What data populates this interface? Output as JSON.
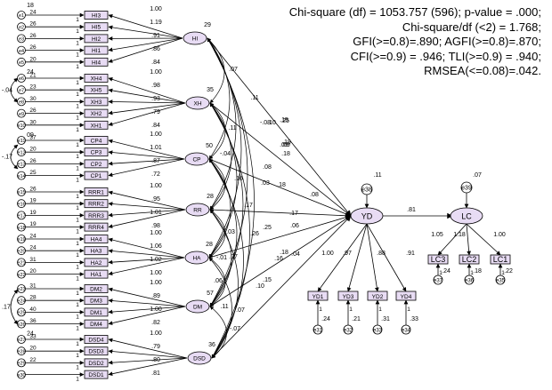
{
  "fit_indices": [
    "Chi-square (df) = 1053.757 (596); p-value = .000;",
    "Chi-square/df (<2) = 1.768;",
    "GFI(>=0.8)=.890; AGFI(>=0.8)=.870;",
    "CFI(>=0.9) = .946; TLI(>=0.9) = .940;",
    "RMSEA(<=0.08)=.042."
  ],
  "latents": [
    {
      "id": "HI",
      "label": "HI",
      "variance": "29"
    },
    {
      "id": "XH",
      "label": "XH",
      "variance": "35"
    },
    {
      "id": "CP",
      "label": "CP",
      "variance": "50"
    },
    {
      "id": "RR",
      "label": "RR",
      "variance": "28"
    },
    {
      "id": "HA",
      "label": "HA",
      "variance": "28"
    },
    {
      "id": "DM",
      "label": "DM",
      "variance": "57"
    },
    {
      "id": "DSD",
      "label": "DSD",
      "variance": "36"
    },
    {
      "id": "YD",
      "label": "YD",
      "variance": ".11"
    },
    {
      "id": "LC",
      "label": "LC",
      "variance": ".07"
    }
  ],
  "indicator_groups": [
    {
      "latent": "HI",
      "top_value": "18",
      "bottom_value": "24",
      "items": [
        {
          "label": "HI3",
          "error": "e1",
          "ev": "24",
          "loading": "1.00"
        },
        {
          "label": "HI5",
          "error": "e2",
          "ev": "26",
          "loading": "1.19"
        },
        {
          "label": "HI2",
          "error": "e3",
          "ev": "26",
          "loading": ".91"
        },
        {
          "label": "HI1",
          "error": "e4",
          "ev": "26",
          "loading": ".86"
        },
        {
          "label": "HI4",
          "error": "e5",
          "ev": "20",
          "loading": ".84"
        }
      ]
    },
    {
      "latent": "XH",
      "top_value": "",
      "bottom_value": "09",
      "items": [
        {
          "label": "XH4",
          "error": "e6",
          "ev": "21",
          "loading": "1.00"
        },
        {
          "label": "XH5",
          "error": "e7",
          "ev": "23",
          "loading": ".98"
        },
        {
          "label": "XH3",
          "error": "e8",
          "ev": "30",
          "loading": ".93"
        },
        {
          "label": "XH2",
          "error": "e9",
          "ev": "26",
          "loading": ".79"
        },
        {
          "label": "XH1",
          "error": "e10",
          "ev": "30",
          "loading": ".84"
        }
      ]
    },
    {
      "latent": "CP",
      "top_value": "",
      "bottom_value": "",
      "items": [
        {
          "label": "CP4",
          "error": "e11",
          "ev": "37",
          "loading": "1.00"
        },
        {
          "label": "CP3",
          "error": "e12",
          "ev": "20",
          "loading": "1.01"
        },
        {
          "label": "CP2",
          "error": "e13",
          "ev": "26",
          "loading": ".87"
        },
        {
          "label": "CP1",
          "error": "e14",
          "ev": "25",
          "loading": ".72"
        }
      ]
    },
    {
      "latent": "RR",
      "top_value": "",
      "bottom_value": "",
      "items": [
        {
          "label": "RRR1",
          "error": "e15",
          "ev": "26",
          "loading": "1.00"
        },
        {
          "label": "RRR2",
          "error": "e16",
          "ev": "19",
          "loading": ".95"
        },
        {
          "label": "RRR3",
          "error": "e17",
          "ev": "19",
          "loading": "1.01"
        },
        {
          "label": "RRR4",
          "error": "e18",
          "ev": "19",
          "loading": ".98"
        }
      ]
    },
    {
      "latent": "HA",
      "top_value": "",
      "bottom_value": "",
      "items": [
        {
          "label": "HA4",
          "error": "e19",
          "ev": "24",
          "loading": "1.00"
        },
        {
          "label": "HA3",
          "error": "e20",
          "ev": "24",
          "loading": "1.06"
        },
        {
          "label": "HA2",
          "error": "e21",
          "ev": "31",
          "loading": "1.02"
        },
        {
          "label": "HA1",
          "error": "e22",
          "ev": "20",
          "loading": "1.00"
        }
      ]
    },
    {
      "latent": "DM",
      "top_value": "",
      "bottom_value": "24",
      "items": [
        {
          "label": "DM2",
          "error": "e23",
          "ev": "31",
          "loading": "1.00"
        },
        {
          "label": "DM3",
          "error": "e24",
          "ev": "28",
          "loading": ".89"
        },
        {
          "label": "DM1",
          "error": "e25",
          "ev": "40",
          "loading": "1.00"
        },
        {
          "label": "DM4",
          "error": "e26",
          "ev": "36",
          "loading": ".82"
        }
      ]
    },
    {
      "latent": "DSD",
      "top_value": "",
      "bottom_value": "",
      "items": [
        {
          "label": "DSD4",
          "error": "e27",
          "ev": "33",
          "loading": "1.00"
        },
        {
          "label": "DSD3",
          "error": "e28",
          "ev": "20",
          "loading": ".79"
        },
        {
          "label": "DSD2",
          "error": "e29",
          "ev": "22",
          "loading": ".80"
        },
        {
          "label": "DSD1",
          "error": "e30",
          "ev": "",
          "loading": ".81"
        }
      ]
    }
  ],
  "side_covariances": [
    {
      "value": "-.04"
    },
    {
      "value": "-.17"
    },
    {
      "value": ".17"
    }
  ],
  "structural_paths": [
    {
      "from": "HI",
      "to": "YD",
      "value": ".25"
    },
    {
      "from": "XH",
      "to": "YD",
      "value": ".19"
    },
    {
      "from": "CP",
      "to": "YD",
      "value": ".08"
    },
    {
      "from": "RR",
      "to": "YD",
      "value": ".17"
    },
    {
      "from": "HA",
      "to": "YD",
      "value": ".06"
    },
    {
      "from": "DM",
      "to": "YD",
      "value": ".18"
    },
    {
      "from": "DSD",
      "to": "YD",
      "value": ".10"
    },
    {
      "from": "YD",
      "to": "LC",
      "value": ".81"
    }
  ],
  "covariance_labels": [
    ".07",
    ".11",
    ".10",
    ".09",
    "-.08",
    ".11",
    ".15",
    ".18",
    "-.04",
    ".16",
    ".03",
    ".17",
    ".18",
    ".03",
    ".26",
    ".07",
    ".25",
    ".16",
    "-.01",
    ".06",
    ".15",
    ".11",
    ".04",
    ".07",
    ".09",
    ".08",
    "-.07"
  ],
  "outcome_groups": [
    {
      "latent": "YD",
      "disturbance": "e38",
      "items": [
        {
          "label": "YD1",
          "error": "e31",
          "ev": ".24",
          "loading": "1.00",
          "one": "1"
        },
        {
          "label": "YD3",
          "error": "e32",
          "ev": ".21",
          "loading": ".97",
          "one": "1"
        },
        {
          "label": "YD2",
          "error": "e33",
          "ev": ".31",
          "loading": ".88",
          "one": "1"
        },
        {
          "label": "YD4",
          "error": "e34",
          "ev": ".33",
          "loading": ".91",
          "one": "1"
        }
      ]
    },
    {
      "latent": "LC",
      "disturbance": "e39",
      "items": [
        {
          "label": "LC3",
          "error": "e37",
          "ev": ".24",
          "loading": "1.05",
          "one": "1"
        },
        {
          "label": "LC2",
          "error": "e36",
          "ev": ".18",
          "loading": "1.18",
          "one": "1"
        },
        {
          "label": "LC1",
          "error": "e35",
          "ev": ".22",
          "loading": "1.00",
          "one": "1"
        }
      ]
    }
  ],
  "fixed_path_label": "1",
  "colors": {
    "latent_fill": "#e8dcf4",
    "box_fill": "#e8dcf4",
    "stroke": "#000000"
  }
}
